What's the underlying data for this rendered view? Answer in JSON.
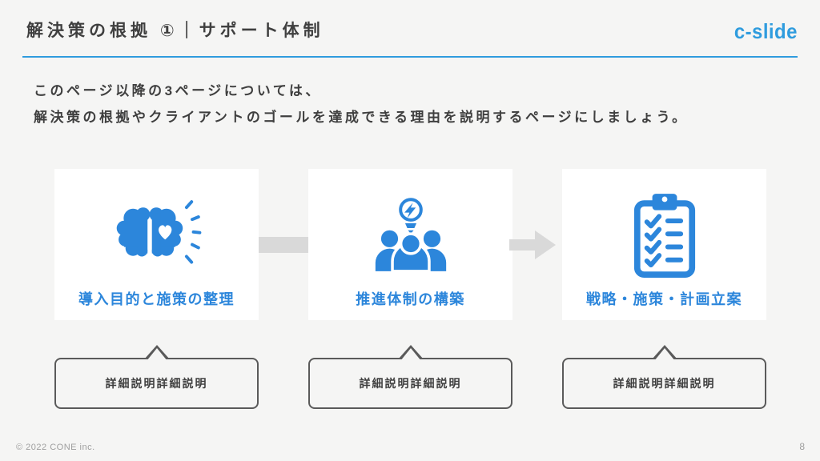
{
  "header": {
    "title": "解決策の根拠 ①｜サポート体制",
    "logo_text": "c-slide"
  },
  "intro": {
    "line1": "このページ以降の3ページについては、",
    "line2": "解決策の根拠やクライアントのゴールを達成できる理由を説明するページにしましょう。"
  },
  "steps": [
    {
      "icon": "brain-heart-icon",
      "label": "導入目的と施策の整理",
      "note": "詳細説明詳細説明"
    },
    {
      "icon": "team-idea-icon",
      "label": "推進体制の構築",
      "note": "詳細説明詳細説明"
    },
    {
      "icon": "checklist-clipboard-icon",
      "label": "戦略・施策・計画立案",
      "note": "詳細説明詳細説明"
    }
  ],
  "footer": {
    "copyright": "© 2022 CONE inc.",
    "page_number": "8"
  },
  "colors": {
    "accent_blue": "#2F9CDE",
    "icon_blue": "#2C86DB",
    "connector_gray": "#D9D9D9",
    "text_dark": "#3F3F3F",
    "bubble_border": "#5A5A5A",
    "muted_text": "#9E9E9E",
    "background": "#F5F5F4",
    "card_background": "#FFFFFF"
  }
}
